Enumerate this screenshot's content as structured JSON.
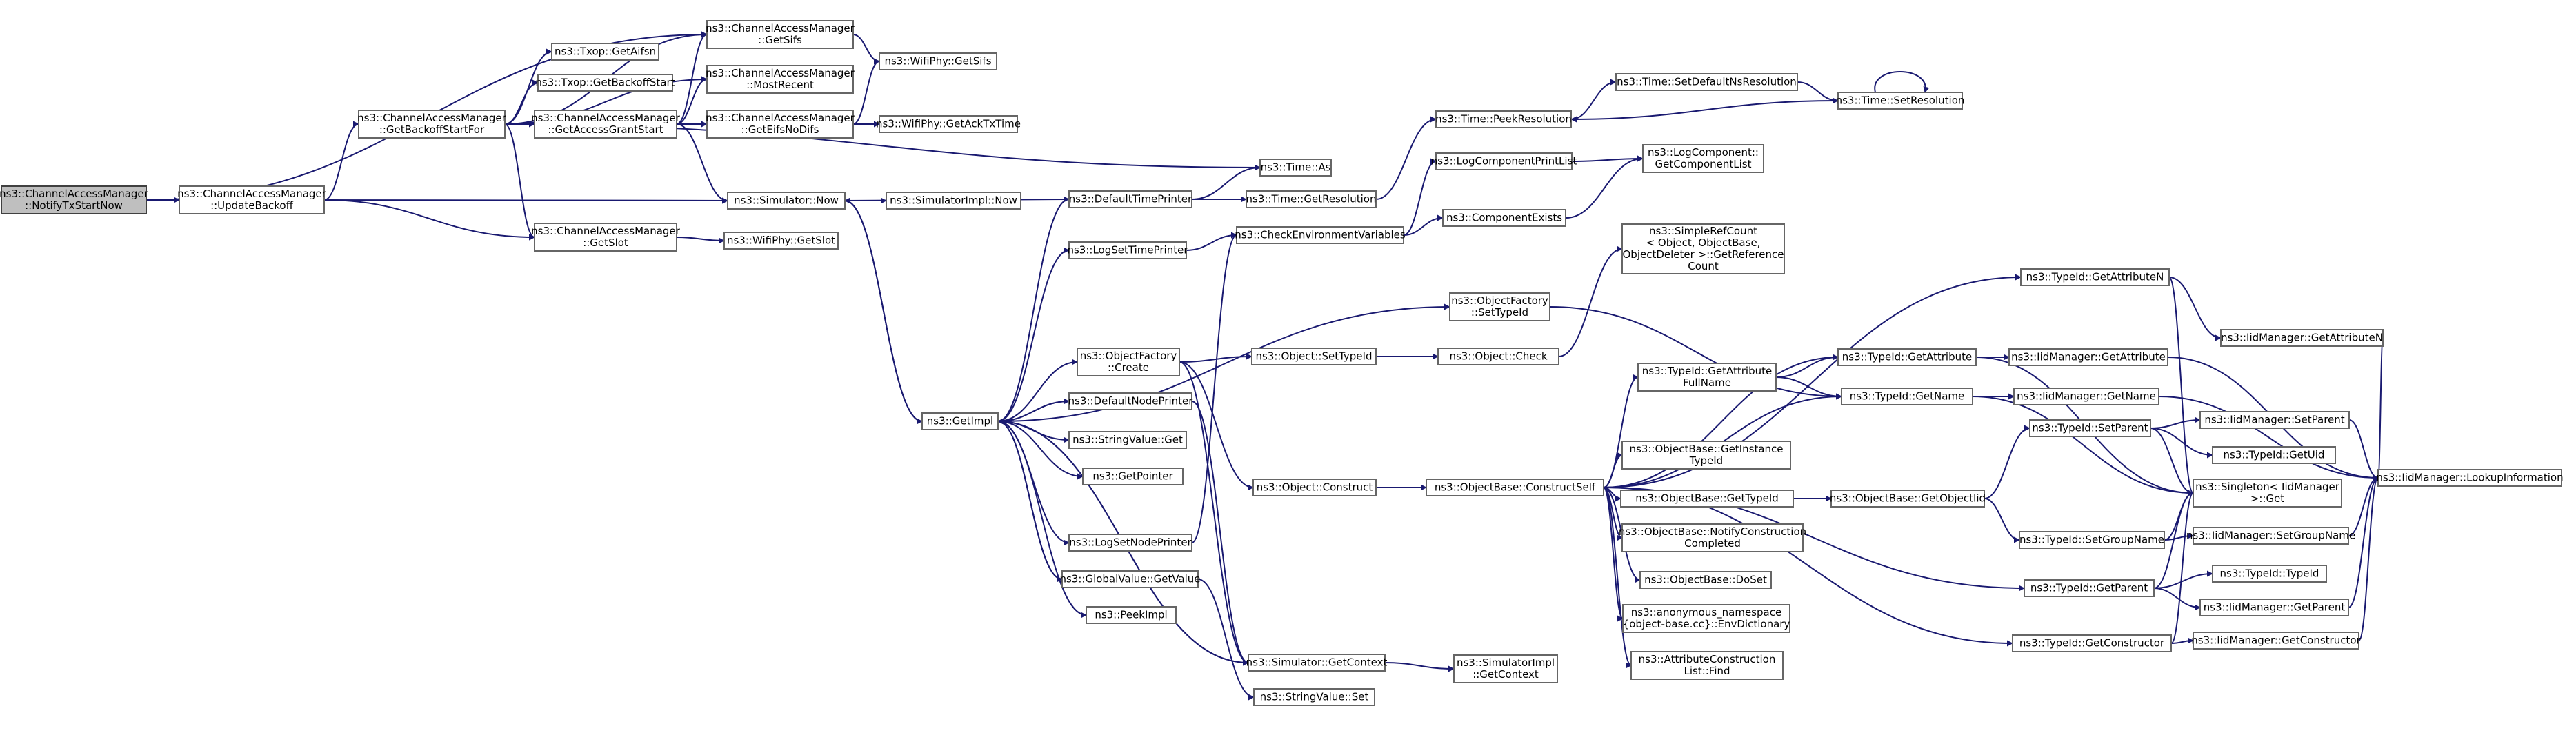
{
  "colors": {
    "edge": "#191970",
    "node_border": "#666666",
    "root_fill": "#bfbfbf",
    "background": "#ffffff"
  },
  "root": "notifytx",
  "nodes": [
    {
      "id": "notifytx",
      "lines": [
        "ns3::ChannelAccessManager",
        "::NotifyTxStartNow"
      ]
    },
    {
      "id": "updatebackoff",
      "lines": [
        "ns3::ChannelAccessManager",
        "::UpdateBackoff"
      ]
    },
    {
      "id": "getbackoffstartfor",
      "lines": [
        "ns3::ChannelAccessManager",
        "::GetBackoffStartFor"
      ]
    },
    {
      "id": "getslot_cam",
      "lines": [
        "ns3::ChannelAccessManager",
        "::GetSlot"
      ]
    },
    {
      "id": "txop_getaifsn",
      "lines": [
        "ns3::Txop::GetAifsn"
      ]
    },
    {
      "id": "txop_getbackoffstart",
      "lines": [
        "ns3::Txop::GetBackoffStart"
      ]
    },
    {
      "id": "getaccessgrantstart",
      "lines": [
        "ns3::ChannelAccessManager",
        "::GetAccessGrantStart"
      ]
    },
    {
      "id": "getsifs_cam",
      "lines": [
        "ns3::ChannelAccessManager",
        "::GetSifs"
      ]
    },
    {
      "id": "mostrecent",
      "lines": [
        "ns3::ChannelAccessManager",
        "::MostRecent"
      ]
    },
    {
      "id": "geteifsnodifs",
      "lines": [
        "ns3::ChannelAccessManager",
        "::GetEifsNoDifs"
      ]
    },
    {
      "id": "wifiphy_getsifs",
      "lines": [
        "ns3::WifiPhy::GetSifs"
      ]
    },
    {
      "id": "wifiphy_getacktxtime",
      "lines": [
        "ns3::WifiPhy::GetAckTxTime"
      ]
    },
    {
      "id": "wifiphy_getslot",
      "lines": [
        "ns3::WifiPhy::GetSlot"
      ]
    },
    {
      "id": "simulator_now",
      "lines": [
        "ns3::Simulator::Now"
      ]
    },
    {
      "id": "simulatorimpl_now",
      "lines": [
        "ns3::SimulatorImpl::Now"
      ]
    },
    {
      "id": "time_as",
      "lines": [
        "ns3::Time::As"
      ]
    },
    {
      "id": "defaulttimeprinter",
      "lines": [
        "ns3::DefaultTimePrinter"
      ]
    },
    {
      "id": "time_getresolution",
      "lines": [
        "ns3::Time::GetResolution"
      ]
    },
    {
      "id": "time_peekresolution",
      "lines": [
        "ns3::Time::PeekResolution"
      ]
    },
    {
      "id": "time_setdefaultnsresolution",
      "lines": [
        "ns3::Time::SetDefaultNsResolution"
      ]
    },
    {
      "id": "time_setresolution",
      "lines": [
        "ns3::Time::SetResolution"
      ]
    },
    {
      "id": "logcomponentprintlist",
      "lines": [
        "ns3::LogComponentPrintList"
      ]
    },
    {
      "id": "logcomponent_getcomponentlist",
      "lines": [
        "ns3::LogComponent::",
        "GetComponentList"
      ]
    },
    {
      "id": "componentexists",
      "lines": [
        "ns3::ComponentExists"
      ]
    },
    {
      "id": "checkenvironmentvariables",
      "lines": [
        "ns3::CheckEnvironmentVariables"
      ]
    },
    {
      "id": "logsettimeprinter",
      "lines": [
        "ns3::LogSetTimePrinter"
      ]
    },
    {
      "id": "simplerefcount",
      "lines": [
        "ns3::SimpleRefCount",
        "< Object, ObjectBase,",
        "ObjectDeleter >::GetReference",
        "Count"
      ]
    },
    {
      "id": "objectfactory_settypeid",
      "lines": [
        "ns3::ObjectFactory",
        "::SetTypeId"
      ]
    },
    {
      "id": "getimpl",
      "lines": [
        "ns3::GetImpl"
      ]
    },
    {
      "id": "objectfactory_create",
      "lines": [
        "ns3::ObjectFactory",
        "::Create"
      ]
    },
    {
      "id": "object_settypeid",
      "lines": [
        "ns3::Object::SetTypeId"
      ]
    },
    {
      "id": "object_check",
      "lines": [
        "ns3::Object::Check"
      ]
    },
    {
      "id": "defaultnodeprinter",
      "lines": [
        "ns3::DefaultNodePrinter"
      ]
    },
    {
      "id": "stringvalue_get",
      "lines": [
        "ns3::StringValue::Get"
      ]
    },
    {
      "id": "getpointer",
      "lines": [
        "ns3::GetPointer"
      ]
    },
    {
      "id": "object_construct",
      "lines": [
        "ns3::Object::Construct"
      ]
    },
    {
      "id": "objectbase_constructself",
      "lines": [
        "ns3::ObjectBase::ConstructSelf"
      ]
    },
    {
      "id": "logsetnodeprinter",
      "lines": [
        "ns3::LogSetNodePrinter"
      ]
    },
    {
      "id": "globalvalue_getvalue",
      "lines": [
        "ns3::GlobalValue::GetValue"
      ]
    },
    {
      "id": "peekimpl",
      "lines": [
        "ns3::PeekImpl"
      ]
    },
    {
      "id": "simulator_getcontext",
      "lines": [
        "ns3::Simulator::GetContext"
      ]
    },
    {
      "id": "simulatorimpl_getcontext",
      "lines": [
        "ns3::SimulatorImpl",
        "::GetContext"
      ]
    },
    {
      "id": "stringvalue_set",
      "lines": [
        "ns3::StringValue::Set"
      ]
    },
    {
      "id": "typeid_getattributefullname",
      "lines": [
        "ns3::TypeId::GetAttribute",
        "FullName"
      ]
    },
    {
      "id": "objectbase_getinstancetypeid",
      "lines": [
        "ns3::ObjectBase::GetInstance",
        "TypeId"
      ]
    },
    {
      "id": "objectbase_gettypeid",
      "lines": [
        "ns3::ObjectBase::GetTypeId"
      ]
    },
    {
      "id": "objectbase_notifyconstructioncompleted",
      "lines": [
        "ns3::ObjectBase::NotifyConstruction",
        "Completed"
      ]
    },
    {
      "id": "objectbase_doset",
      "lines": [
        "ns3::ObjectBase::DoSet"
      ]
    },
    {
      "id": "anonymous_envdictionary",
      "lines": [
        "ns3::anonymous_namespace",
        "{object-base.cc}::EnvDictionary"
      ]
    },
    {
      "id": "attributeconstructionlist_find",
      "lines": [
        "ns3::AttributeConstruction",
        "List::Find"
      ]
    },
    {
      "id": "typeid_getattributen",
      "lines": [
        "ns3::TypeId::GetAttributeN"
      ]
    },
    {
      "id": "typeid_getattribute",
      "lines": [
        "ns3::TypeId::GetAttribute"
      ]
    },
    {
      "id": "typeid_getname",
      "lines": [
        "ns3::TypeId::GetName"
      ]
    },
    {
      "id": "objectbase_getobjectiid",
      "lines": [
        "ns3::ObjectBase::GetObjectIid"
      ]
    },
    {
      "id": "typeid_setparent",
      "lines": [
        "ns3::TypeId::SetParent"
      ]
    },
    {
      "id": "typeid_setgroupname",
      "lines": [
        "ns3::TypeId::SetGroupName"
      ]
    },
    {
      "id": "typeid_getparent",
      "lines": [
        "ns3::TypeId::GetParent"
      ]
    },
    {
      "id": "typeid_getconstructor",
      "lines": [
        "ns3::TypeId::GetConstructor"
      ]
    },
    {
      "id": "iidmanager_getattributen",
      "lines": [
        "ns3::IidManager::GetAttributeN"
      ]
    },
    {
      "id": "iidmanager_getattribute",
      "lines": [
        "ns3::IidManager::GetAttribute"
      ]
    },
    {
      "id": "iidmanager_getname",
      "lines": [
        "ns3::IidManager::GetName"
      ]
    },
    {
      "id": "iidmanager_setparent",
      "lines": [
        "ns3::IidManager::SetParent"
      ]
    },
    {
      "id": "typeid_getuid",
      "lines": [
        "ns3::TypeId::GetUid"
      ]
    },
    {
      "id": "singleton_get",
      "lines": [
        "ns3::Singleton< IidManager",
        ">::Get"
      ]
    },
    {
      "id": "iidmanager_setgroupname",
      "lines": [
        "ns3::IidManager::SetGroupName"
      ]
    },
    {
      "id": "typeid_typeid",
      "lines": [
        "ns3::TypeId::TypeId"
      ]
    },
    {
      "id": "iidmanager_getparent",
      "lines": [
        "ns3::IidManager::GetParent"
      ]
    },
    {
      "id": "iidmanager_getconstructor",
      "lines": [
        "ns3::IidManager::GetConstructor"
      ]
    },
    {
      "id": "iidmanager_lookupinformation",
      "lines": [
        "ns3::IidManager::LookupInformation"
      ]
    }
  ],
  "edges": [
    [
      "notifytx",
      "updatebackoff"
    ],
    [
      "notifytx",
      "getsifs_cam"
    ],
    [
      "notifytx",
      "simulator_now"
    ],
    [
      "updatebackoff",
      "getbackoffstartfor"
    ],
    [
      "updatebackoff",
      "getslot_cam"
    ],
    [
      "updatebackoff",
      "simulator_now"
    ],
    [
      "getbackoffstartfor",
      "txop_getaifsn"
    ],
    [
      "getbackoffstartfor",
      "txop_getbackoffstart"
    ],
    [
      "getbackoffstartfor",
      "getaccessgrantstart"
    ],
    [
      "getbackoffstartfor",
      "getsifs_cam"
    ],
    [
      "getbackoffstartfor",
      "mostrecent"
    ],
    [
      "getbackoffstartfor",
      "getslot_cam"
    ],
    [
      "getbackoffstartfor",
      "time_as"
    ],
    [
      "getaccessgrantstart",
      "mostrecent"
    ],
    [
      "getaccessgrantstart",
      "geteifsnodifs"
    ],
    [
      "getaccessgrantstart",
      "simulator_now"
    ],
    [
      "getaccessgrantstart",
      "getsifs_cam"
    ],
    [
      "getsifs_cam",
      "wifiphy_getsifs"
    ],
    [
      "geteifsnodifs",
      "wifiphy_getsifs"
    ],
    [
      "geteifsnodifs",
      "wifiphy_getacktxtime"
    ],
    [
      "getslot_cam",
      "wifiphy_getslot"
    ],
    [
      "simulator_now",
      "simulatorimpl_now"
    ],
    [
      "simulator_now",
      "getimpl"
    ],
    [
      "getimpl",
      "simulator_now"
    ],
    [
      "getimpl",
      "defaulttimeprinter"
    ],
    [
      "getimpl",
      "logsettimeprinter"
    ],
    [
      "getimpl",
      "objectfactory_settypeid"
    ],
    [
      "getimpl",
      "objectfactory_create"
    ],
    [
      "getimpl",
      "defaultnodeprinter"
    ],
    [
      "getimpl",
      "stringvalue_get"
    ],
    [
      "getimpl",
      "getpointer"
    ],
    [
      "getimpl",
      "logsetnodeprinter"
    ],
    [
      "getimpl",
      "globalvalue_getvalue"
    ],
    [
      "getimpl",
      "peekimpl"
    ],
    [
      "getimpl",
      "simulator_getcontext"
    ],
    [
      "defaulttimeprinter",
      "time_as"
    ],
    [
      "defaulttimeprinter",
      "time_getresolution"
    ],
    [
      "defaulttimeprinter",
      "simulator_now"
    ],
    [
      "time_getresolution",
      "time_peekresolution"
    ],
    [
      "time_peekresolution",
      "time_setdefaultnsresolution"
    ],
    [
      "time_setdefaultnsresolution",
      "time_setresolution"
    ],
    [
      "time_setresolution",
      "time_setresolution"
    ],
    [
      "time_setresolution",
      "time_peekresolution"
    ],
    [
      "logsettimeprinter",
      "checkenvironmentvariables"
    ],
    [
      "checkenvironmentvariables",
      "logcomponentprintlist"
    ],
    [
      "checkenvironmentvariables",
      "componentexists"
    ],
    [
      "logcomponentprintlist",
      "logcomponent_getcomponentlist"
    ],
    [
      "componentexists",
      "logcomponent_getcomponentlist"
    ],
    [
      "objectfactory_settypeid",
      "typeid_getname"
    ],
    [
      "objectfactory_create",
      "object_settypeid"
    ],
    [
      "objectfactory_create",
      "object_construct"
    ],
    [
      "objectfactory_create",
      "simulator_getcontext"
    ],
    [
      "object_settypeid",
      "object_check"
    ],
    [
      "object_check",
      "simplerefcount"
    ],
    [
      "object_construct",
      "objectbase_constructself"
    ],
    [
      "defaultnodeprinter",
      "simulator_getcontext"
    ],
    [
      "defaultnodeprinter",
      "getimpl"
    ],
    [
      "logsetnodeprinter",
      "checkenvironmentvariables"
    ],
    [
      "globalvalue_getvalue",
      "stringvalue_set"
    ],
    [
      "globalvalue_getvalue",
      "getimpl"
    ],
    [
      "simulator_getcontext",
      "simulatorimpl_getcontext"
    ],
    [
      "simulator_getcontext",
      "getimpl"
    ],
    [
      "objectbase_constructself",
      "typeid_getattributefullname"
    ],
    [
      "objectbase_constructself",
      "objectbase_getinstancetypeid"
    ],
    [
      "objectbase_constructself",
      "objectbase_gettypeid"
    ],
    [
      "objectbase_constructself",
      "objectbase_notifyconstructioncompleted"
    ],
    [
      "objectbase_constructself",
      "objectbase_doset"
    ],
    [
      "objectbase_constructself",
      "anonymous_envdictionary"
    ],
    [
      "objectbase_constructself",
      "attributeconstructionlist_find"
    ],
    [
      "objectbase_constructself",
      "typeid_getattributen"
    ],
    [
      "objectbase_constructself",
      "typeid_getattribute"
    ],
    [
      "objectbase_constructself",
      "typeid_getname"
    ],
    [
      "objectbase_constructself",
      "typeid_getparent"
    ],
    [
      "objectbase_constructself",
      "typeid_getconstructor"
    ],
    [
      "typeid_getattributefullname",
      "typeid_getattribute"
    ],
    [
      "typeid_getattributefullname",
      "typeid_getname"
    ],
    [
      "objectbase_gettypeid",
      "objectbase_getobjectiid"
    ],
    [
      "objectbase_getobjectiid",
      "typeid_setparent"
    ],
    [
      "objectbase_getobjectiid",
      "typeid_setgroupname"
    ],
    [
      "typeid_getattributen",
      "iidmanager_getattributen"
    ],
    [
      "typeid_getattributen",
      "singleton_get"
    ],
    [
      "typeid_getattribute",
      "iidmanager_getattribute"
    ],
    [
      "typeid_getattribute",
      "singleton_get"
    ],
    [
      "typeid_getname",
      "iidmanager_getname"
    ],
    [
      "typeid_getname",
      "singleton_get"
    ],
    [
      "typeid_setparent",
      "iidmanager_setparent"
    ],
    [
      "typeid_setparent",
      "typeid_getuid"
    ],
    [
      "typeid_setparent",
      "singleton_get"
    ],
    [
      "typeid_setgroupname",
      "iidmanager_setgroupname"
    ],
    [
      "typeid_setgroupname",
      "singleton_get"
    ],
    [
      "typeid_getparent",
      "typeid_typeid"
    ],
    [
      "typeid_getparent",
      "iidmanager_getparent"
    ],
    [
      "typeid_getparent",
      "singleton_get"
    ],
    [
      "typeid_getconstructor",
      "iidmanager_getconstructor"
    ],
    [
      "typeid_getconstructor",
      "singleton_get"
    ],
    [
      "iidmanager_getattributen",
      "iidmanager_lookupinformation"
    ],
    [
      "iidmanager_getattribute",
      "iidmanager_lookupinformation"
    ],
    [
      "iidmanager_getname",
      "iidmanager_lookupinformation"
    ],
    [
      "iidmanager_setparent",
      "iidmanager_lookupinformation"
    ],
    [
      "iidmanager_setgroupname",
      "iidmanager_lookupinformation"
    ],
    [
      "iidmanager_getparent",
      "iidmanager_lookupinformation"
    ],
    [
      "iidmanager_getconstructor",
      "iidmanager_lookupinformation"
    ]
  ]
}
